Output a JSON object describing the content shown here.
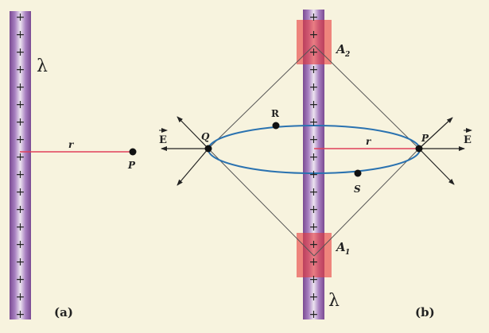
{
  "panel_a": {
    "caption": "(a)",
    "lambda_label": "λ",
    "distance_label": "r",
    "point_label": "P"
  },
  "panel_b": {
    "caption": "(b)",
    "lambda_label": "λ",
    "distance_label": "r",
    "area_top_label": "A",
    "area_top_sub": "2",
    "area_bottom_label": "A",
    "area_bottom_sub": "1",
    "point_p_label": "P",
    "point_q_label": "Q",
    "point_r_label": "R",
    "point_s_label": "S",
    "field_left_label": "E",
    "field_right_label": "E"
  },
  "charge_sign": "+",
  "colors": {
    "background": "#f7f3de",
    "rod": "#8a5a9e",
    "gaussian_surface": "#2a72b0",
    "radius_line": "#e0405a",
    "area_patch": "#e83a3a"
  }
}
